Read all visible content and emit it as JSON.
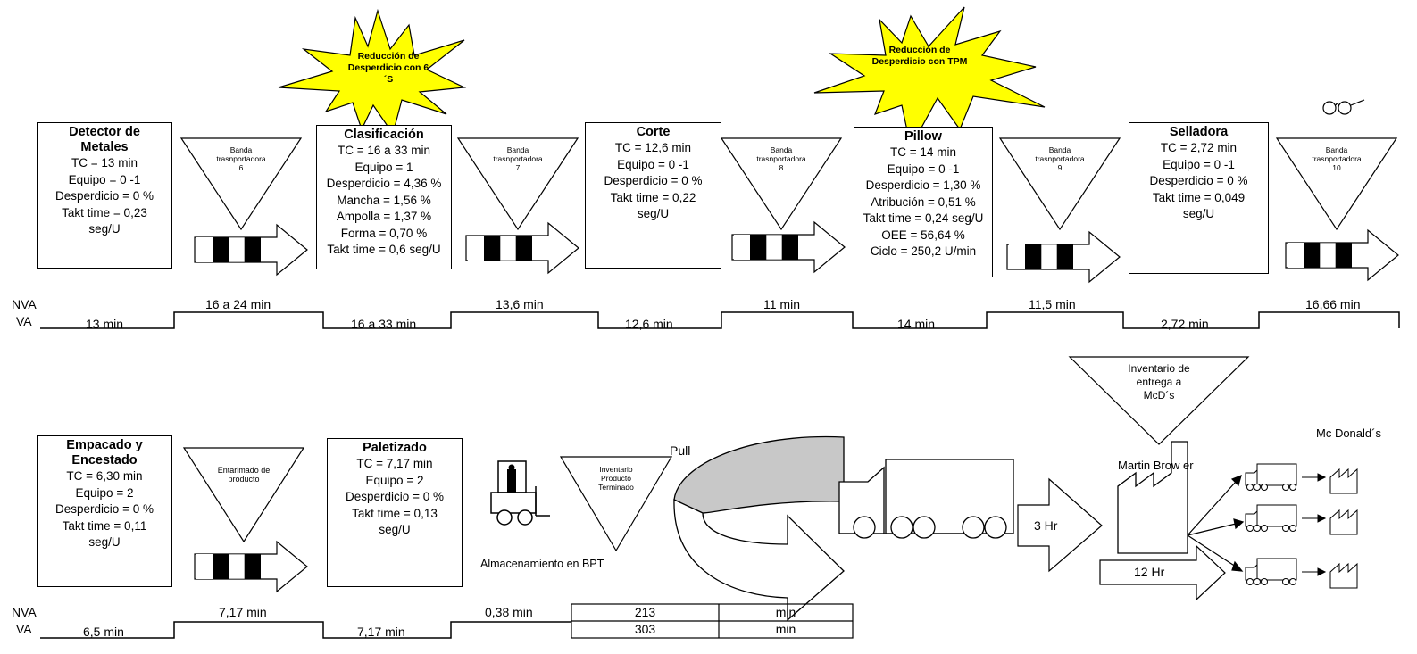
{
  "bursts": [
    {
      "line1": "Reducción de",
      "line2": "Desperdicio con 6´S"
    },
    {
      "line1": "Reducción de",
      "line2": "Desperdicio con TPM"
    }
  ],
  "processes_top": [
    {
      "title1": "Detector de",
      "title2": "Metales",
      "lines": [
        "TC = 13 min",
        "Equipo = 0 -1",
        "Desperdicio = 0 %",
        "Takt time = 0,23",
        "seg/U"
      ]
    },
    {
      "title1": "Clasificación",
      "lines": [
        "TC = 16  a 33 min",
        "Equipo = 1",
        "Desperdicio = 4,36 %",
        "Mancha = 1,56 %",
        "Ampolla = 1,37 %",
        "Forma = 0,70 %",
        "Takt time = 0,6 seg/U"
      ]
    },
    {
      "title1": "Corte",
      "lines": [
        "TC = 12,6 min",
        "Equipo = 0 -1",
        "Desperdicio = 0 %",
        "Takt time = 0,22",
        "seg/U"
      ]
    },
    {
      "title1": "Pillow",
      "lines": [
        "TC = 14 min",
        "Equipo = 0 -1",
        "Desperdicio = 1,30 %",
        "Atribución = 0,51 %",
        "Takt time = 0,24 seg/U",
        "OEE =  56,64 %",
        "Ciclo = 250,2 U/min"
      ]
    },
    {
      "title1": "Selladora",
      "lines": [
        "TC = 2,72 min",
        "Equipo = 0 -1",
        "Desperdicio = 0 %",
        "Takt time = 0,049",
        "seg/U"
      ]
    }
  ],
  "bands": [
    {
      "l1": "Banda",
      "l2": "trasnportadora",
      "l3": "6"
    },
    {
      "l1": "Banda",
      "l2": "trasnportadora",
      "l3": "7"
    },
    {
      "l1": "Banda",
      "l2": "trasnportadora",
      "l3": "8"
    },
    {
      "l1": "Banda",
      "l2": "trasnportadora",
      "l3": "9"
    },
    {
      "l1": "Banda",
      "l2": "trasnportadora",
      "l3": "10"
    }
  ],
  "timeline_top": {
    "nva_label": "NVA",
    "va_label": "VA",
    "nva": [
      "16 a 24 min",
      "13,6 min",
      "11 min",
      "11,5 min",
      "16,66 min"
    ],
    "va": [
      "13 min",
      "16 a 33 min",
      "12,6 min",
      "14 min",
      "2,72 min"
    ]
  },
  "inventory_delivery": {
    "l1": "Inventario de",
    "l2": "entrega a",
    "l3": "McD´s"
  },
  "processes_bottom": [
    {
      "title1": "Empacado y",
      "title2": "Encestado",
      "lines": [
        "TC = 6,30 min",
        "Equipo = 2",
        "Desperdicio = 0 %",
        "Takt time = 0,11",
        "seg/U"
      ]
    },
    {
      "title1": "Paletizado",
      "lines": [
        "TC = 7,17 min",
        "Equipo = 2",
        "Desperdicio = 0 %",
        "Takt time = 0,13",
        "seg/U"
      ]
    }
  ],
  "entarimado": {
    "l1": "Entarimado de",
    "l2": "producto"
  },
  "inv_terminado": {
    "l1": "Inventario",
    "l2": "Producto",
    "l3": "Terminado"
  },
  "pull_label": "Pull",
  "storage_label": "Almacenamiento en BPT",
  "martin_brower": "Martin Brow er",
  "mcdonalds": "Mc Donald´s",
  "shipping_time": "3 Hr",
  "delivery_time": "12 Hr",
  "timeline_bottom": {
    "nva_label": "NVA",
    "va_label": "VA",
    "nva": [
      "7,17 min",
      "0,38 min"
    ],
    "va": [
      "6,5 min",
      "7,17 min"
    ],
    "total_nva": "213",
    "total_va": "303",
    "unit_nva": "min",
    "unit_va": "min"
  }
}
